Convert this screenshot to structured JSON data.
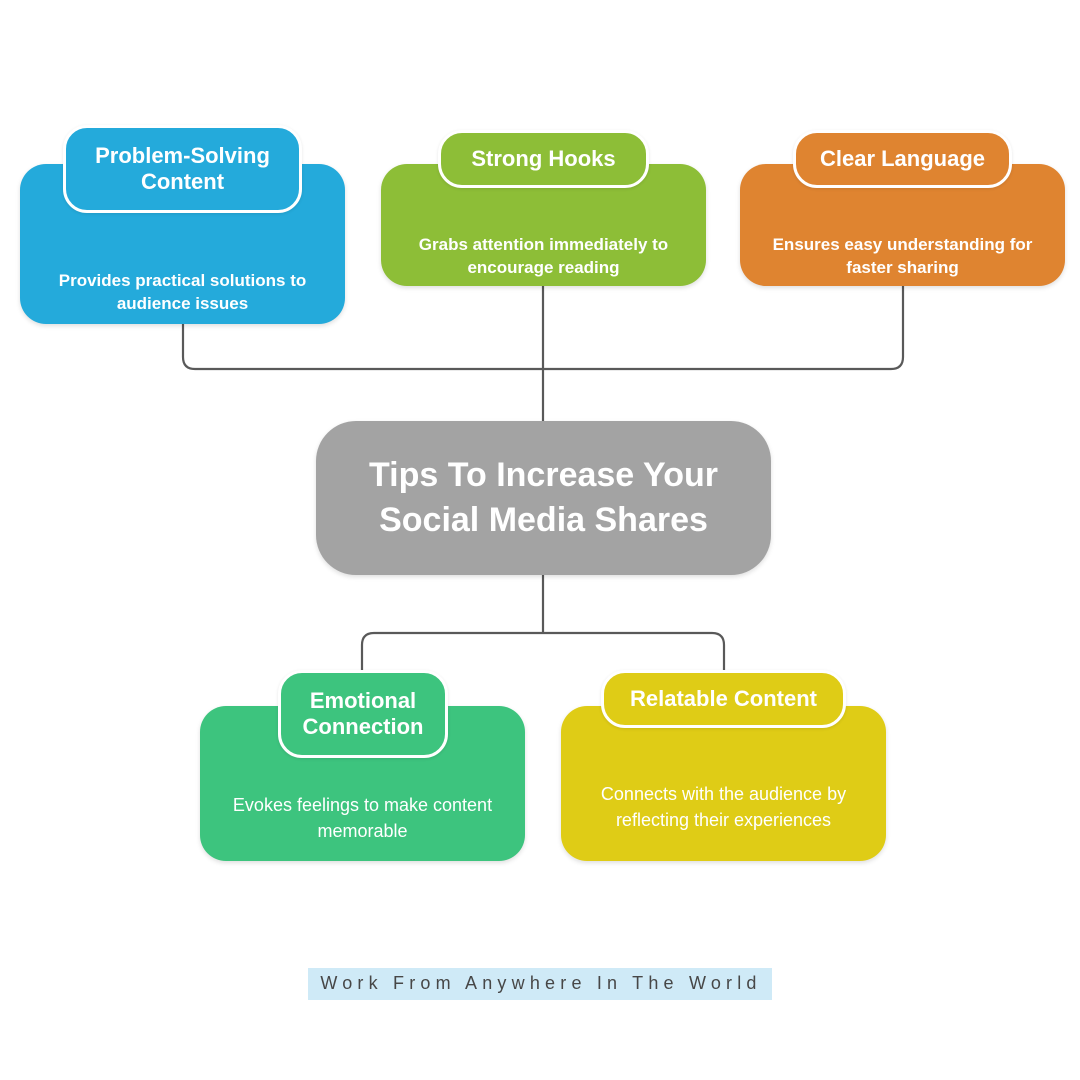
{
  "diagram": {
    "title": "Tips To Increase Your\nSocial Media Shares",
    "hub_color": "#A3A3A3",
    "background": "#FFFFFF",
    "connector_color": "#595959"
  },
  "top_nodes": [
    {
      "id": "problem-solving-content",
      "title": "Problem-Solving Content",
      "description": "Provides practical solutions to audience issues",
      "color": "#24AADB"
    },
    {
      "id": "strong-hooks",
      "title": "Strong Hooks",
      "description": "Grabs attention immediately to encourage reading",
      "color": "#8DBE37"
    },
    {
      "id": "clear-language",
      "title": "Clear Language",
      "description": "Ensures easy understanding for faster sharing",
      "color": "#DF8430"
    }
  ],
  "bottom_nodes": [
    {
      "id": "emotional-connection",
      "title": "Emotional Connection",
      "description": "Evokes feelings to make content memorable",
      "color": "#3DC47E"
    },
    {
      "id": "relatable-content",
      "title": "Relatable Content",
      "description": "Connects with the audience by reflecting their experiences",
      "color": "#DFCC16"
    }
  ],
  "footer": {
    "text": "Work From Anywhere In The World",
    "highlight_color": "#CFEAF7",
    "text_color": "#474747"
  }
}
